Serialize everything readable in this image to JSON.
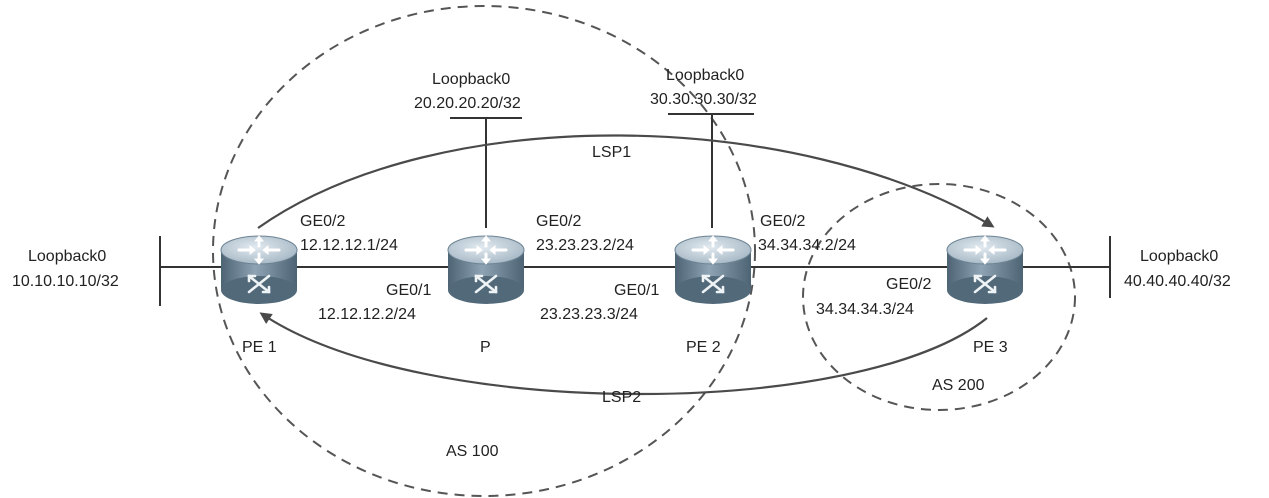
{
  "autonomous_systems": [
    {
      "id": "as100",
      "label": "AS 100"
    },
    {
      "id": "as200",
      "label": "AS 200"
    }
  ],
  "routers": [
    {
      "id": "pe1",
      "label": "PE 1"
    },
    {
      "id": "p",
      "label": "P"
    },
    {
      "id": "pe2",
      "label": "PE 2"
    },
    {
      "id": "pe3",
      "label": "PE 3"
    }
  ],
  "loopbacks": [
    {
      "router": "pe1",
      "name": "Loopback0",
      "address": "10.10.10.10/32"
    },
    {
      "router": "p",
      "name": "Loopback0",
      "address": "20.20.20.20/32"
    },
    {
      "router": "pe2",
      "name": "Loopback0",
      "address": "30.30.30.30/32"
    },
    {
      "router": "pe3",
      "name": "Loopback0",
      "address": "40.40.40.40/32"
    }
  ],
  "interfaces": [
    {
      "id": "pe1-ge02",
      "router": "pe1",
      "port": "GE0/2",
      "address": "12.12.12.1/24"
    },
    {
      "id": "p-ge01",
      "router": "p",
      "port": "GE0/1",
      "address": "12.12.12.2/24"
    },
    {
      "id": "p-ge02",
      "router": "p",
      "port": "GE0/2",
      "address": "23.23.23.2/24"
    },
    {
      "id": "pe2-ge01",
      "router": "pe2",
      "port": "GE0/1",
      "address": "23.23.23.3/24"
    },
    {
      "id": "pe2-ge02",
      "router": "pe2",
      "port": "GE0/2",
      "address": "34.34.34.2/24"
    },
    {
      "id": "pe3-ge02",
      "router": "pe3",
      "port": "GE0/2",
      "address": "34.34.34.3/24"
    }
  ],
  "links": [
    {
      "from": "pe1",
      "to": "p"
    },
    {
      "from": "p",
      "to": "pe2"
    },
    {
      "from": "pe2",
      "to": "pe3"
    }
  ],
  "lsps": [
    {
      "id": "lsp1",
      "label": "LSP1",
      "from": "pe1",
      "to": "pe3"
    },
    {
      "id": "lsp2",
      "label": "LSP2",
      "from": "pe3",
      "to": "pe1"
    }
  ],
  "colors": {
    "router_top": "#c4d1db",
    "router_body": "#7f95a6",
    "router_body_dark": "#52697a",
    "line": "#333333",
    "ring": "#555555"
  }
}
